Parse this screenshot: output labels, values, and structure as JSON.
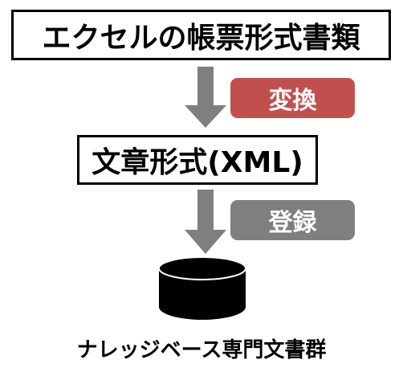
{
  "nodes": {
    "source": "エクセルの帳票形式書類",
    "intermediate": "文章形式(XML)",
    "destination_caption": "ナレッジベース専門文書群"
  },
  "steps": {
    "convert": "変換",
    "register": "登録"
  },
  "colors": {
    "convert_label_bg": "#c0504d",
    "register_label_bg": "#7f7f7f",
    "arrow": "#7f7f7f",
    "database": "#000000"
  },
  "icons": {
    "database": "database-cylinder-icon",
    "arrow": "arrow-down-icon"
  }
}
